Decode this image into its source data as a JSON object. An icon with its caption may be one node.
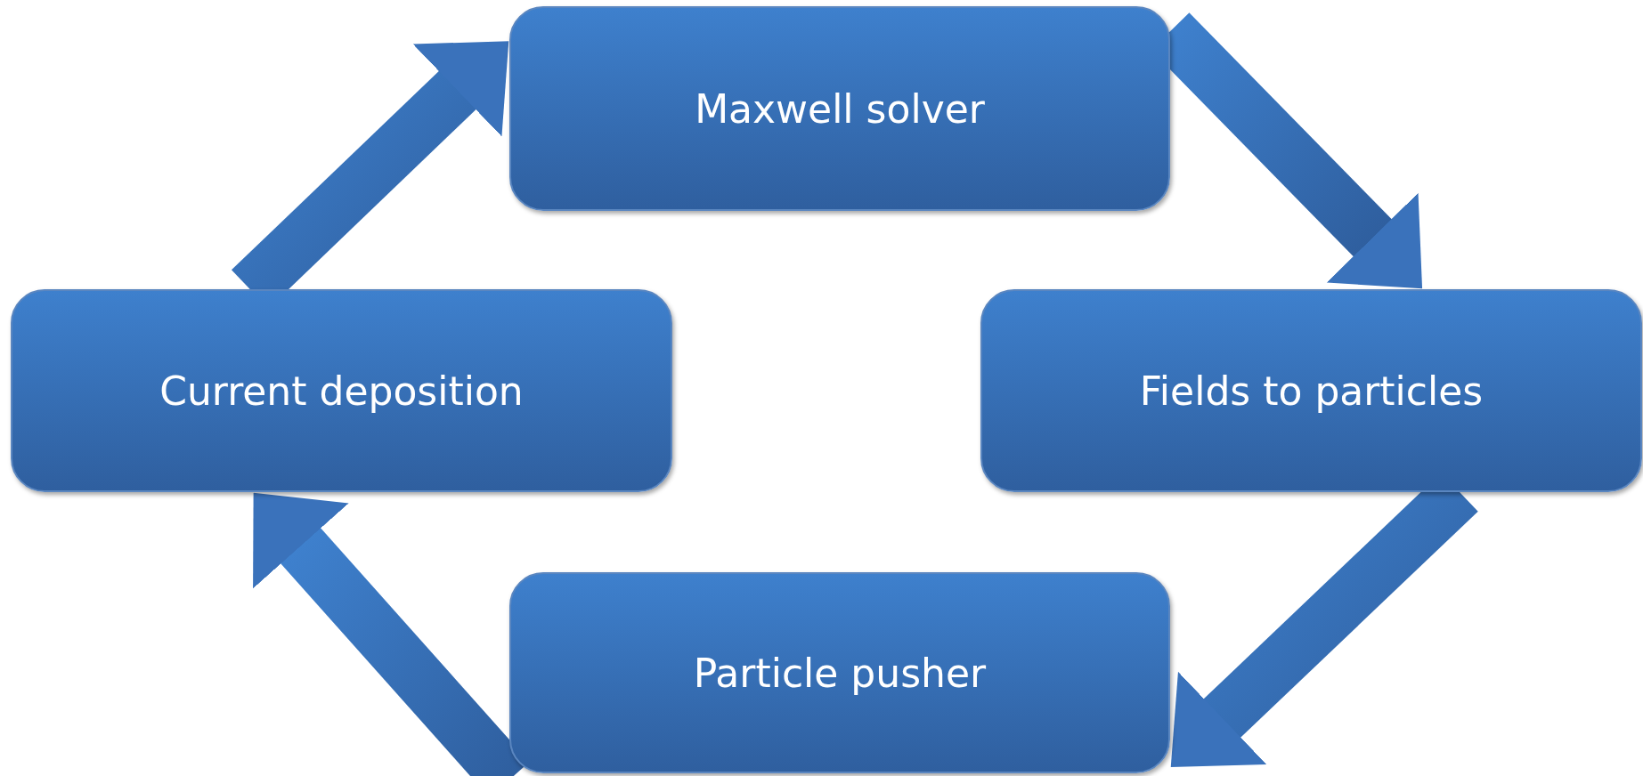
{
  "diagram": {
    "nodes": [
      {
        "text": [
          "Maxwell solver"
        ]
      },
      {
        "text": [
          "Current deposition"
        ]
      },
      {
        "text": [
          "Fields to particles"
        ]
      },
      {
        "text": [
          "Particle pusher"
        ]
      }
    ],
    "edges": [
      {
        "from": 0,
        "to": 2,
        "arrow": "to"
      },
      {
        "from": 2,
        "to": 3,
        "arrow": "to"
      },
      {
        "from": 3,
        "to": 1,
        "arrow": "to"
      },
      {
        "from": 1,
        "to": 0,
        "arrow": "to"
      }
    ]
  }
}
